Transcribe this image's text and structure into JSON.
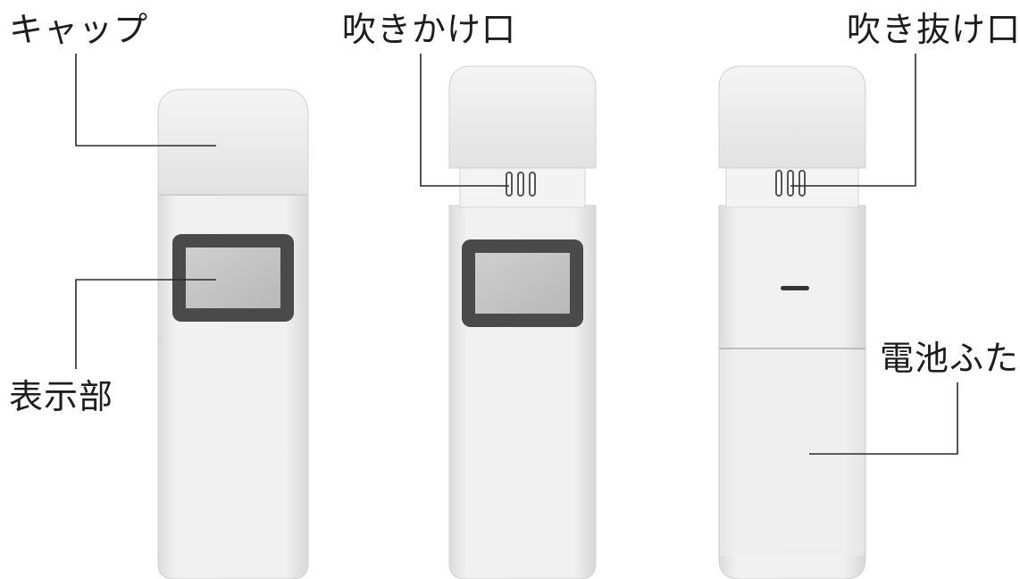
{
  "labels": {
    "cap": "キャップ",
    "display": "表示部",
    "blow_in": "吹きかけ口",
    "blow_out": "吹き抜け口",
    "battery_cover": "電池ふた"
  },
  "colors": {
    "body": "#eeeeee",
    "body_edge": "#d4d4d4",
    "cap": "#e9e9e9",
    "screen_frame": "#4a4a4a",
    "screen": "#c4c4c4",
    "leader_line": "#2a2a2a"
  }
}
